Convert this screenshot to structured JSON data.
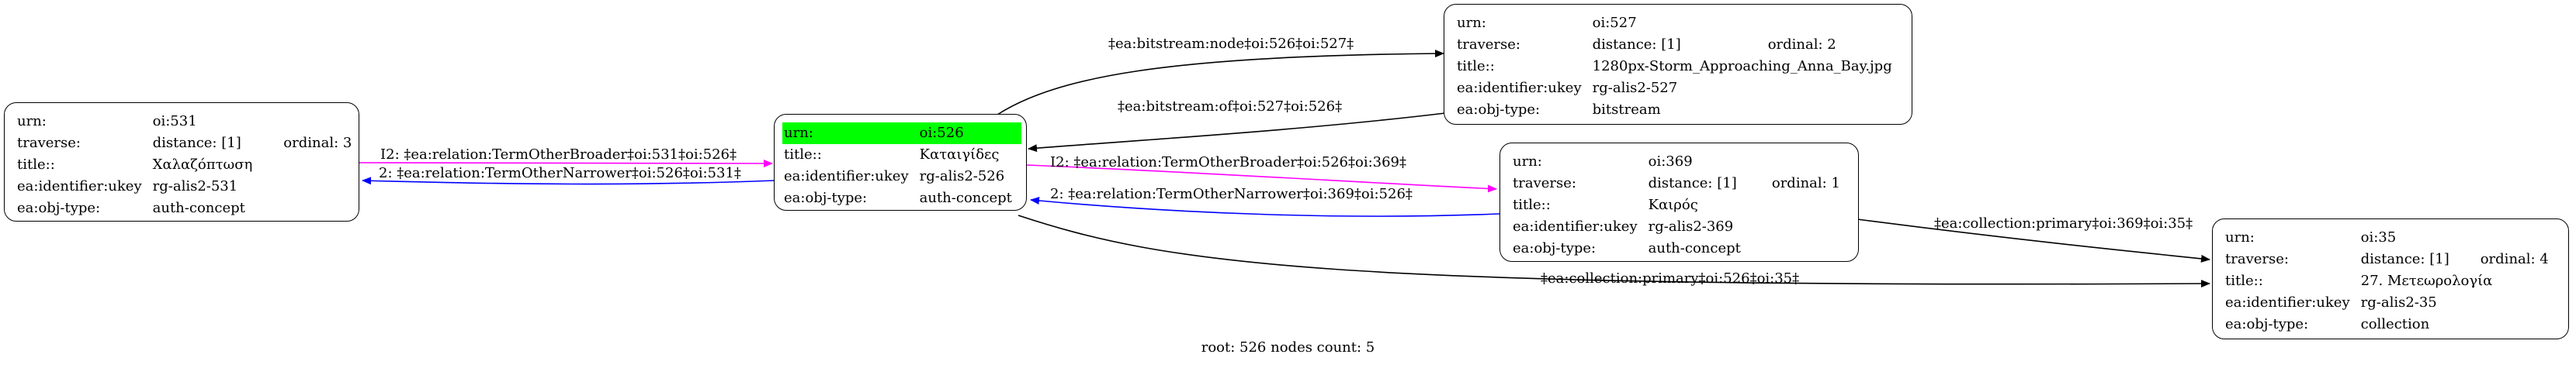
{
  "colors": {
    "root_highlight": "#00ff00",
    "edge_default": "#000000",
    "edge_broader": "#ff00ff",
    "edge_narrower": "#0000ff"
  },
  "nodes": {
    "n531": {
      "urn_key": "urn:",
      "urn": "oi:531",
      "traverse_key": "traverse:",
      "distance": "distance: [1]",
      "ordinal": "ordinal: 3",
      "title_key": "title::",
      "title": "Χαλαζόπτωση",
      "ukey_key": "ea:identifier:ukey",
      "ukey": "rg-alis2-531",
      "type_key": "ea:obj-type:",
      "type": "auth-concept"
    },
    "n526": {
      "urn_key": "urn:",
      "urn": "oi:526",
      "title_key": "title::",
      "title": "Καταιγίδες",
      "ukey_key": "ea:identifier:ukey",
      "ukey": "rg-alis2-526",
      "type_key": "ea:obj-type:",
      "type": "auth-concept"
    },
    "n527": {
      "urn_key": "urn:",
      "urn": "oi:527",
      "traverse_key": "traverse:",
      "distance": "distance: [1]",
      "ordinal": "ordinal: 2",
      "title_key": "title::",
      "title": "1280px-Storm_Approaching_Anna_Bay.jpg",
      "ukey_key": "ea:identifier:ukey",
      "ukey": "rg-alis2-527",
      "type_key": "ea:obj-type:",
      "type": "bitstream"
    },
    "n369": {
      "urn_key": "urn:",
      "urn": "oi:369",
      "traverse_key": "traverse:",
      "distance": "distance: [1]",
      "ordinal": "ordinal: 1",
      "title_key": "title::",
      "title": "Καιρός",
      "ukey_key": "ea:identifier:ukey",
      "ukey": "rg-alis2-369",
      "type_key": "ea:obj-type:",
      "type": "auth-concept"
    },
    "n35": {
      "urn_key": "urn:",
      "urn": "oi:35",
      "traverse_key": "traverse:",
      "distance": "distance: [1]",
      "ordinal": "ordinal: 4",
      "title_key": "title::",
      "title": "27. Μετεωρολογία",
      "ukey_key": "ea:identifier:ukey",
      "ukey": "rg-alis2-35",
      "type_key": "ea:obj-type:",
      "type": "collection"
    }
  },
  "edges": {
    "bitstream_node": "‡ea:bitstream:node‡oi:526‡oi:527‡",
    "bitstream_of": "‡ea:bitstream:of‡oi:527‡oi:526‡",
    "broader_531": "I2: ‡ea:relation:TermOtherBroader‡oi:531‡oi:526‡",
    "narrower_531": "2: ‡ea:relation:TermOtherNarrower‡oi:526‡oi:531‡",
    "broader_369": "I2: ‡ea:relation:TermOtherBroader‡oi:526‡oi:369‡",
    "narrower_369": "2: ‡ea:relation:TermOtherNarrower‡oi:369‡oi:526‡",
    "collection_369": "‡ea:collection:primary‡oi:369‡oi:35‡",
    "collection_526": "‡ea:collection:primary‡oi:526‡oi:35‡"
  },
  "footer": "root: 526 nodes count: 5"
}
